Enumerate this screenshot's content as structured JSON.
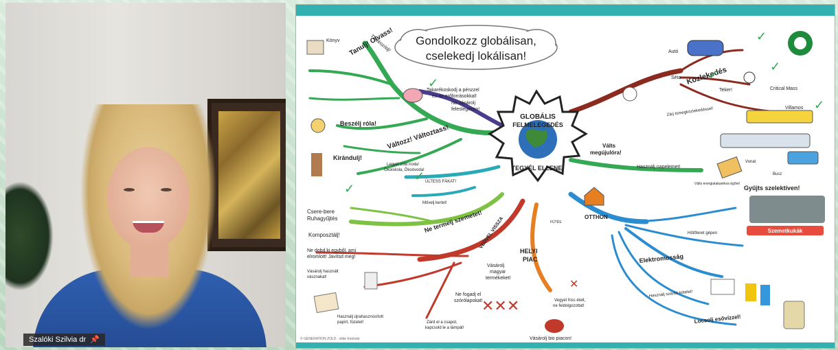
{
  "participant": {
    "name": "Szalóki Szilvia dr"
  },
  "colors": {
    "teal": "#33b1b0",
    "green": "#34a853",
    "red": "#c0392b",
    "blue": "#2b8ccf",
    "orange": "#e67e22",
    "purple": "#4b3c8c",
    "cyan": "#2aa9b8"
  },
  "mindmap": {
    "title_line1": "Gondolkozz globálisan,",
    "title_line2": "cselekedj lokálisan!",
    "center_line1": "GLOBÁLIS",
    "center_line2": "FELMELEGEDÉS",
    "center_line3": "TEGYÉL ELLENE!",
    "branch_tajekozodj": "Tájékozódj!",
    "branch_tanulj": "Tanulj! Olvass!",
    "item_konyv": "Könyv",
    "item_beszelj": "Beszélj róla!",
    "branch_valtozz": "Változz! Változtass!",
    "item_kirandulj": "Kirándulj!",
    "item_takarekoskodj": "Takarékoskodj a pénzzel",
    "item_takarekoskodj2": "és az erőforrásokkal!",
    "item_ne_vasarolj": "Ne vásárolj",
    "item_feleslegesen": "feleslegesen!",
    "item_legyel_zold": "Legyél zöld iroda!",
    "item_okoiskola": "Ökoiskola, Ökoóvoda!",
    "item_ultess_fakat": "ÜLTESS FÁKAT!",
    "item_muvelj_kertet": "Művelj kertet!",
    "item_csere_bere": "Csere-bere",
    "item_ruhagyujtes": "Ruhagyűjtés",
    "item_komposztalj": "Komposztálj!",
    "branch_ne_termelj": "Ne termelj szemetet!",
    "branch_vedvel": "VEDVEL VISSZA",
    "item_ne_dobd_ki": "Ne dobd ki egyből, ami",
    "item_elromlott": "elromlott! Javítsd meg!",
    "item_vasarolj_hasznalt": "Vásárolj használt",
    "item_vasarolj_hasznalt2": "vásznakat!",
    "item_hasznalj_ujra": "Használj újrahasznosított",
    "item_hasznalj_ujra2": "papírt, füzetet!",
    "item_ne_fogadj": "Ne fogadj el",
    "item_szorolapokat": "szórólapokat!",
    "item_zard_el": "Zárd el a csapot,",
    "item_zard_el2": "kapcsold le a lámpát!",
    "branch_helyi": "HELYI",
    "branch_piac": "PIAC",
    "item_vasarolj_magyar": "Vásárolj",
    "item_vasarolj_magyar2": "magyar",
    "item_vasarolj_magyar3": "termékeket!",
    "item_vegyel_friss": "Vegyél friss ételt,",
    "item_ne_feldolgozott": "ne feldolgozottat!",
    "item_bio_piac": "Vásárolj bio piacon!",
    "branch_kozlekedes": "Közlekedés",
    "item_auto": "Autó",
    "item_seta": "Séta",
    "item_teker": "Teker!",
    "item_critical_mass": "Critical Mass",
    "item_villamos": "Villamos",
    "item_zarj": "Zárj tömegközlekedéssel!",
    "item_vonat": "Vonat",
    "item_busz": "Busz",
    "branch_valts": "Válts",
    "branch_megujulora": "megújulóra!",
    "item_hasznalj_napelemet": "Használj napelemet!",
    "item_gyujts": "Gyűjts szelektíven!",
    "item_szemetkukak": "Szemetkukák",
    "branch_otthon": "OTTHON",
    "item_futes": "FŰTÉS",
    "item_hutoteret": "Hűtőteret gépen",
    "branch_elektromossag": "Elektromosság",
    "item_hasznalj_szarito": "Használj szárító kötelet!",
    "item_lecsolj": "Locsolj esővízzel!",
    "item_tegyel_fel": "Válts energiatakarékos égőre!"
  }
}
